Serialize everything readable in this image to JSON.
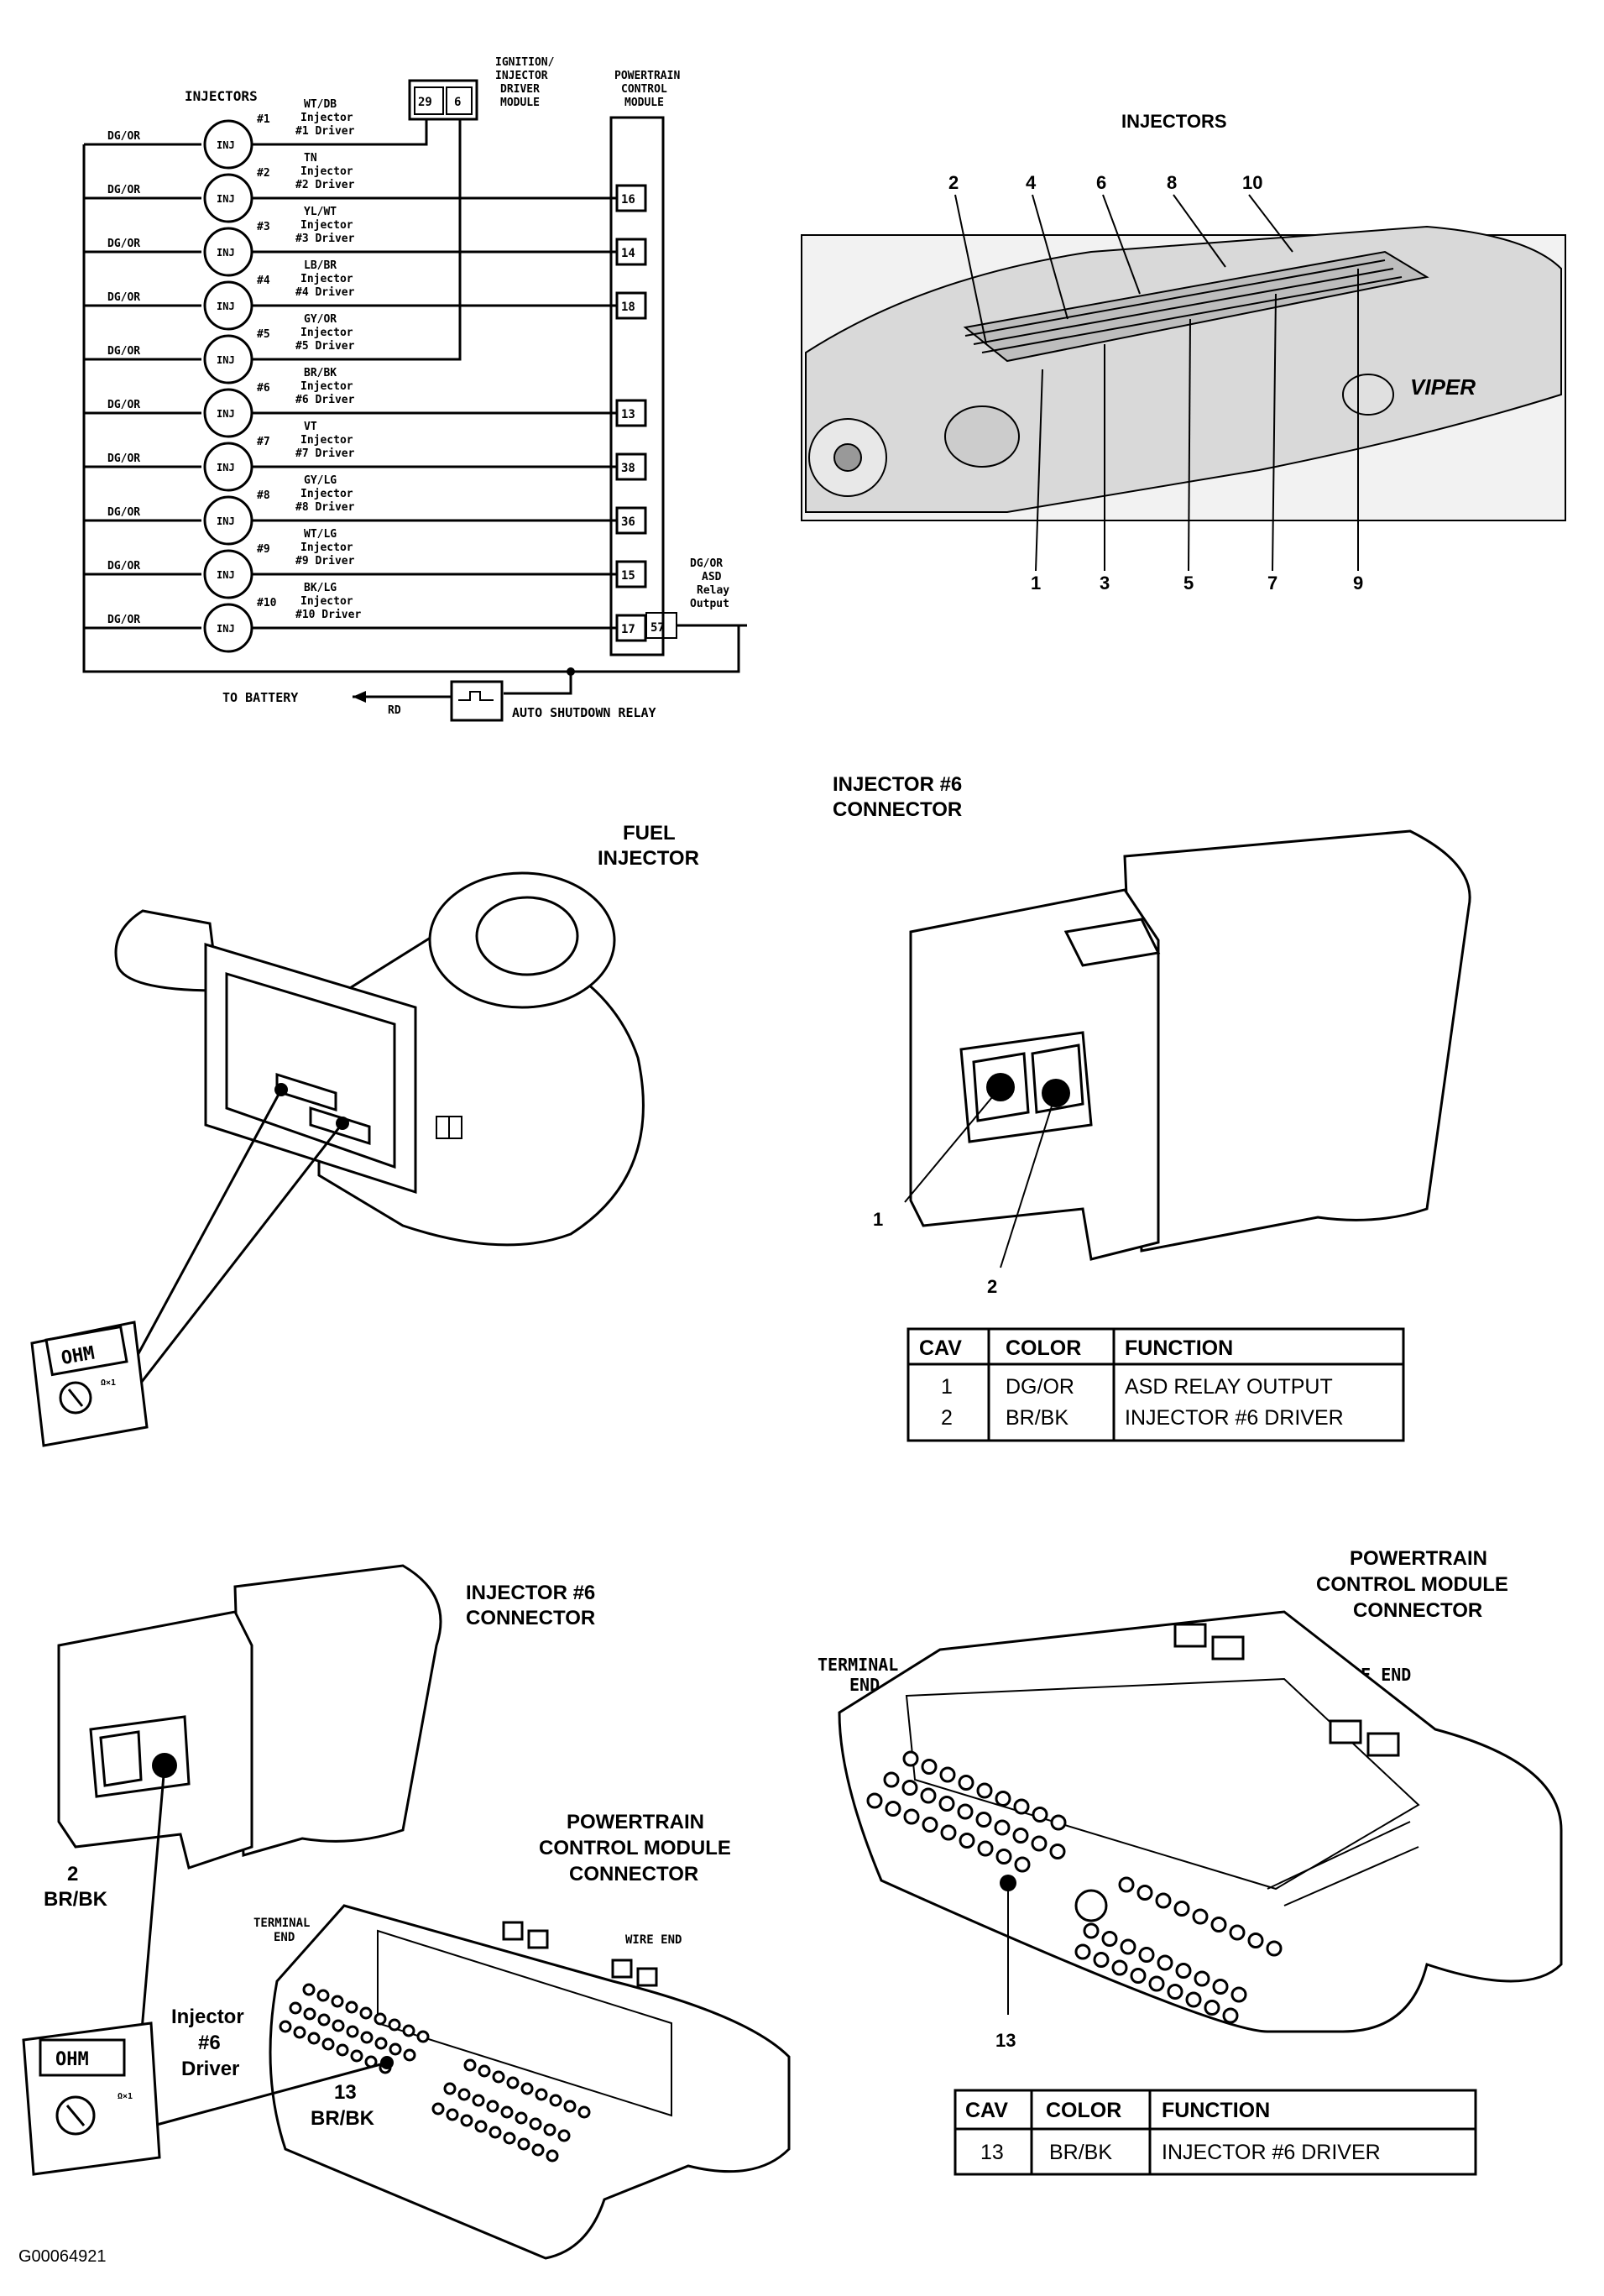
{
  "schematic": {
    "header_injectors": "INJECTORS",
    "header_ignition": [
      "IGNITION/",
      "INJECTOR",
      "DRIVER",
      "MODULE"
    ],
    "header_pcm": [
      "POWERTRAIN",
      "CONTROL",
      "MODULE"
    ],
    "ignition_pins": [
      "29",
      "6"
    ],
    "ground_label": "DG/OR",
    "coil_symbol": "INJ",
    "injectors": [
      {
        "num": "#1",
        "wire": "WT/DB",
        "name": "Injector",
        "driver": "#1 Driver",
        "pin": ""
      },
      {
        "num": "#2",
        "wire": "TN",
        "name": "Injector",
        "driver": "#2 Driver",
        "pin": "16"
      },
      {
        "num": "#3",
        "wire": "YL/WT",
        "name": "Injector",
        "driver": "#3 Driver",
        "pin": "14"
      },
      {
        "num": "#4",
        "wire": "LB/BR",
        "name": "Injector",
        "driver": "#4 Driver",
        "pin": "18"
      },
      {
        "num": "#5",
        "wire": "GY/OR",
        "name": "Injector",
        "driver": "#5 Driver",
        "pin": ""
      },
      {
        "num": "#6",
        "wire": "BR/BK",
        "name": "Injector",
        "driver": "#6 Driver",
        "pin": "13"
      },
      {
        "num": "#7",
        "wire": "VT",
        "name": "Injector",
        "driver": "#7 Driver",
        "pin": "38"
      },
      {
        "num": "#8",
        "wire": "GY/LG",
        "name": "Injector",
        "driver": "#8 Driver",
        "pin": "36"
      },
      {
        "num": "#9",
        "wire": "WT/LG",
        "name": "Injector",
        "driver": "#9 Driver",
        "pin": "15"
      },
      {
        "num": "#10",
        "wire": "BK/LG",
        "name": "Injector",
        "driver": "#10 Driver",
        "pin": "17"
      }
    ],
    "asd_pin": "57",
    "asd_label": [
      "DG/OR",
      "ASD",
      "Relay",
      "Output"
    ],
    "to_battery": "TO BATTERY",
    "rd_label": "RD",
    "relay_label": "AUTO SHUTDOWN RELAY"
  },
  "engine": {
    "title": "INJECTORS",
    "top_numbers": [
      "2",
      "4",
      "6",
      "8",
      "10"
    ],
    "bottom_numbers": [
      "1",
      "3",
      "5",
      "7",
      "9"
    ],
    "emblem": "VIPER"
  },
  "fuel_injector": {
    "title": [
      "FUEL",
      "INJECTOR"
    ],
    "meter_display": "OHM",
    "meter_range": "Ω×1"
  },
  "injector6_top": {
    "title": [
      "INJECTOR #6",
      "CONNECTOR"
    ],
    "callouts": [
      "1",
      "2"
    ],
    "table": {
      "headers": [
        "CAV",
        "COLOR",
        "FUNCTION"
      ],
      "rows": [
        [
          "1",
          "DG/OR",
          "ASD RELAY OUTPUT"
        ],
        [
          "2",
          "BR/BK",
          "INJECTOR #6 DRIVER"
        ]
      ]
    }
  },
  "bottom_left": {
    "connector_title": [
      "INJECTOR #6",
      "CONNECTOR"
    ],
    "cav_label": [
      "2",
      "BR/BK"
    ],
    "pcm_title": [
      "POWERTRAIN",
      "CONTROL MODULE",
      "CONNECTOR"
    ],
    "terminal_end": [
      "TERMINAL",
      "END"
    ],
    "wire_end": "WIRE END",
    "driver_label": [
      "Injector",
      "#6",
      "Driver"
    ],
    "pin_label": [
      "13",
      "BR/BK"
    ],
    "meter_display": "OHM",
    "meter_range": "Ω×1"
  },
  "bottom_right": {
    "title": [
      "POWERTRAIN",
      "CONTROL MODULE",
      "CONNECTOR"
    ],
    "terminal_end": [
      "TERMINAL",
      "END"
    ],
    "wire_end": "WIRE END",
    "pin_callout": "13",
    "table": {
      "headers": [
        "CAV",
        "COLOR",
        "FUNCTION"
      ],
      "rows": [
        [
          "13",
          "BR/BK",
          "INJECTOR #6 DRIVER"
        ]
      ]
    }
  },
  "figure_id": "G00064921"
}
